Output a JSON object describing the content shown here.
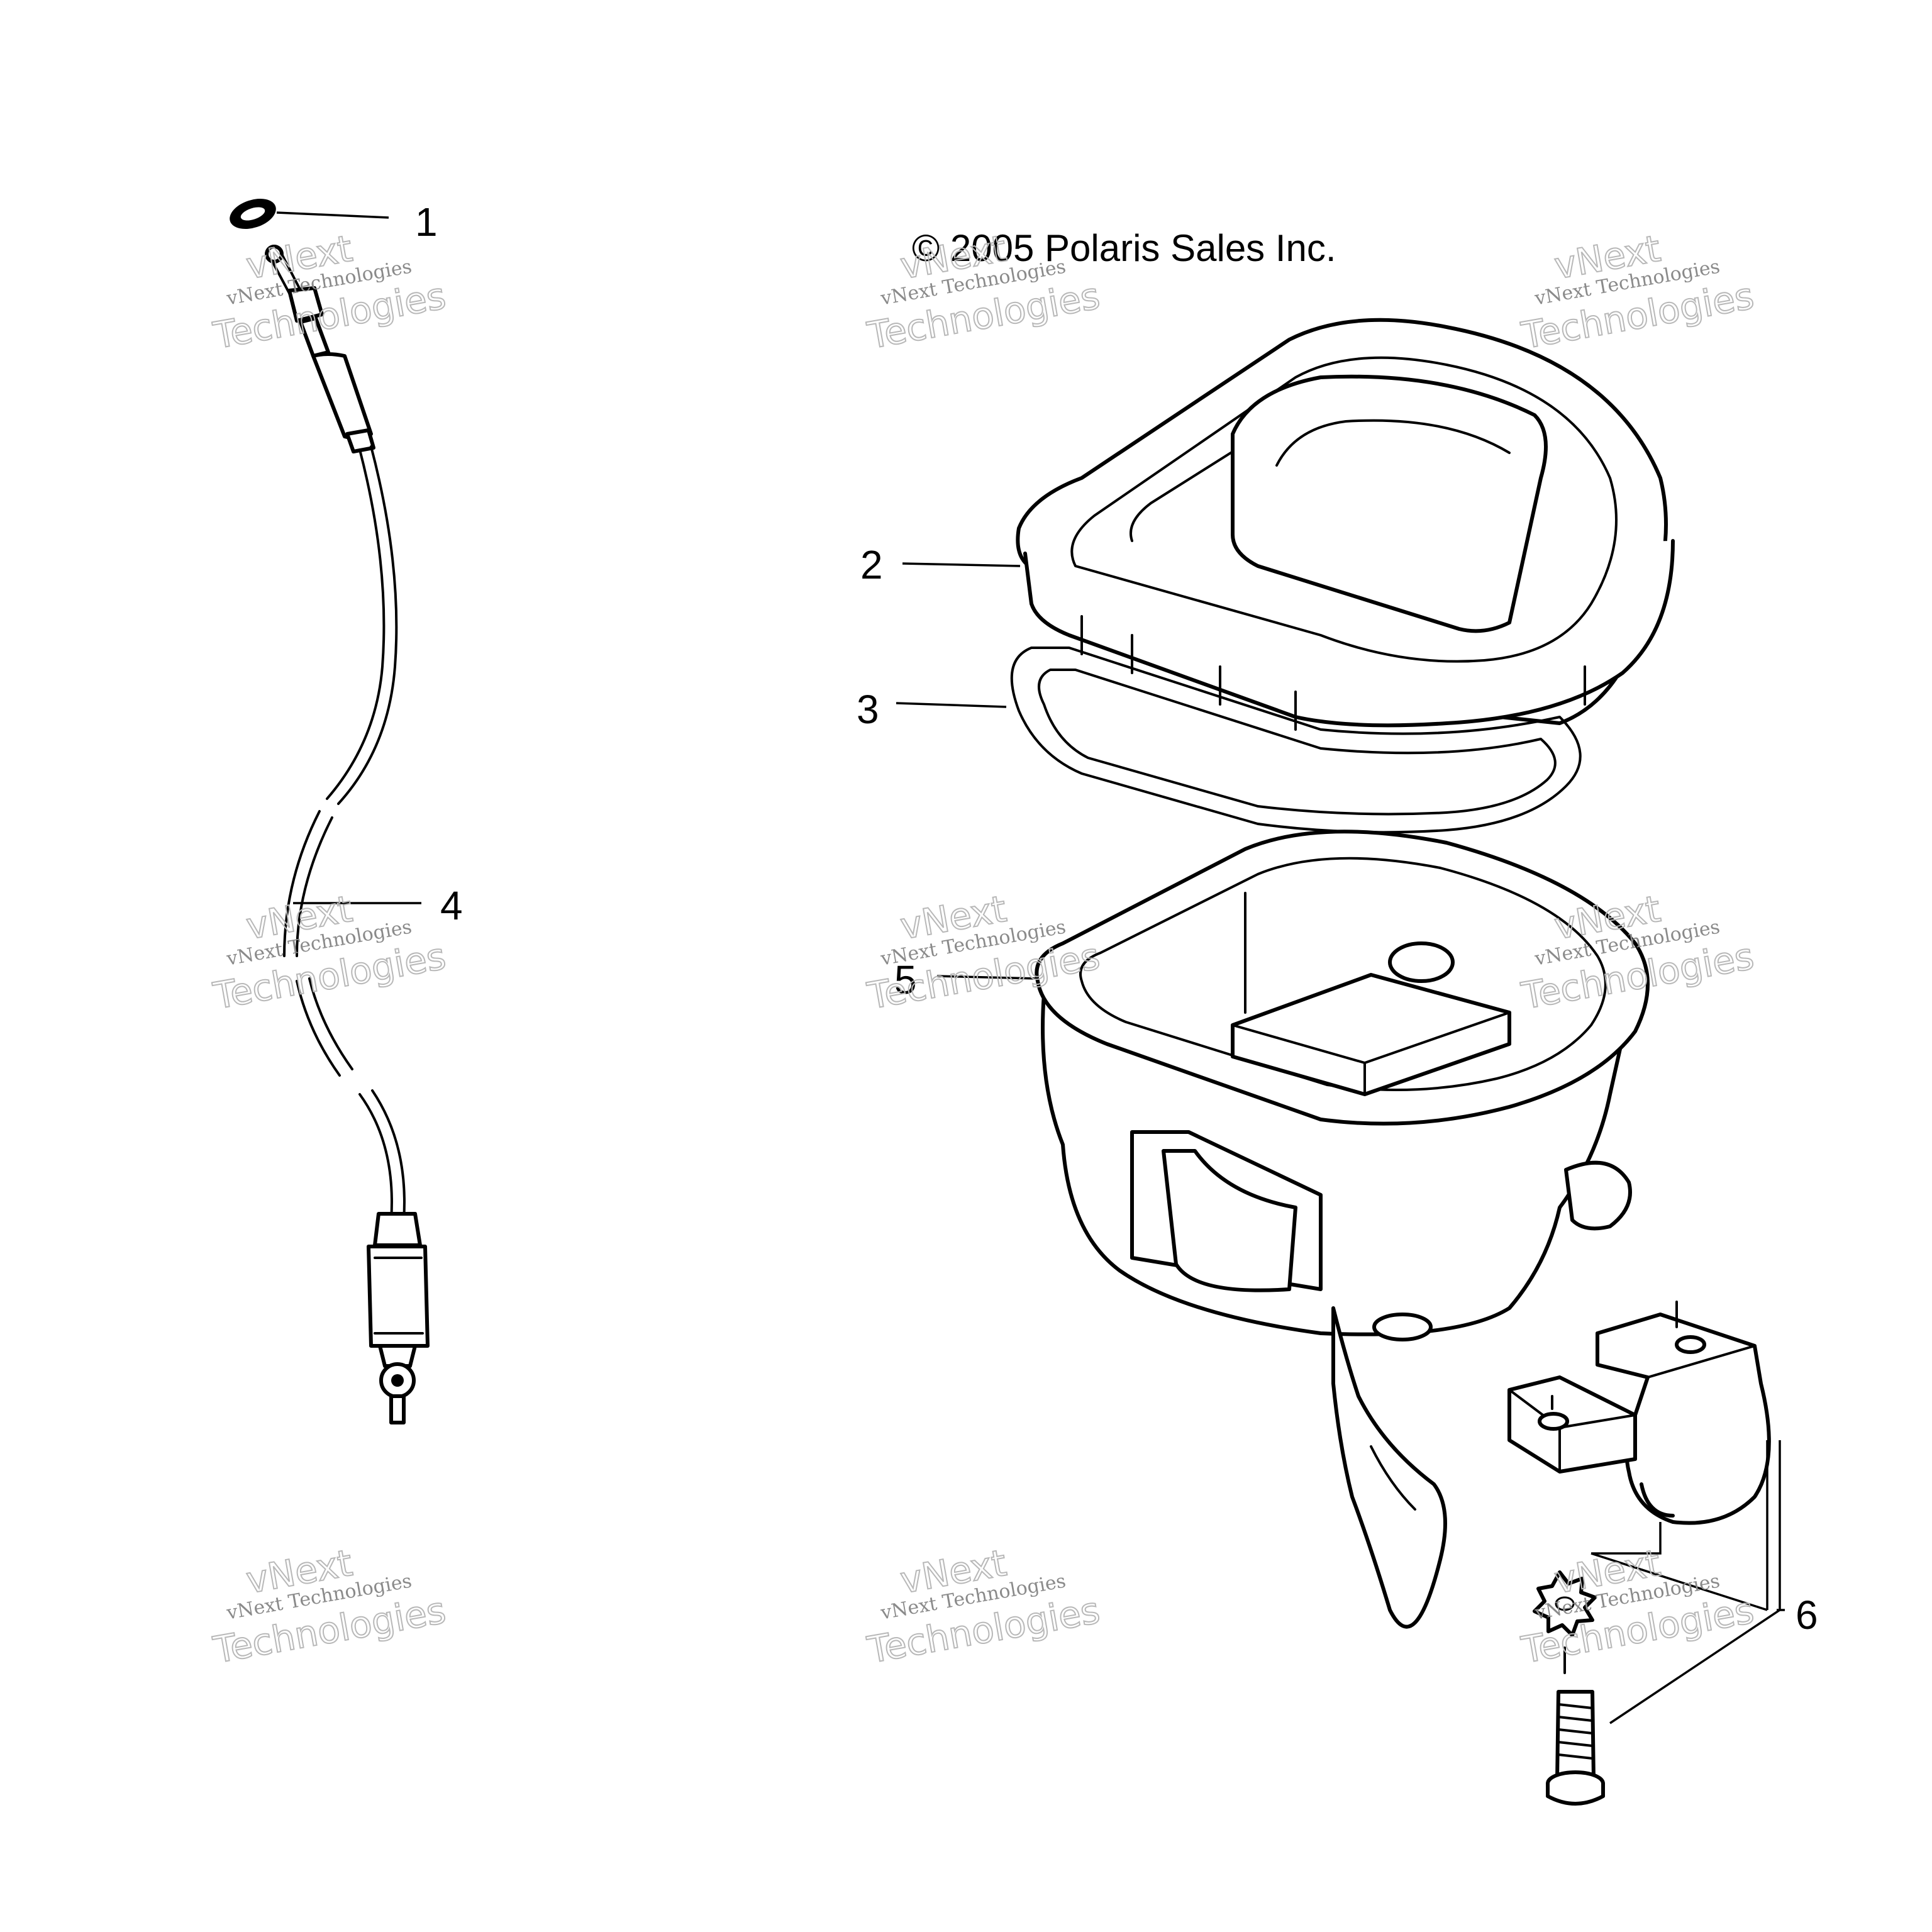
{
  "copyright": "© 2005 Polaris Sales Inc.",
  "callouts": [
    "1",
    "2",
    "3",
    "4",
    "5",
    "6"
  ],
  "watermark": {
    "line1": "vNext",
    "line2": "vNext Technologies",
    "line3": "Technologies"
  }
}
